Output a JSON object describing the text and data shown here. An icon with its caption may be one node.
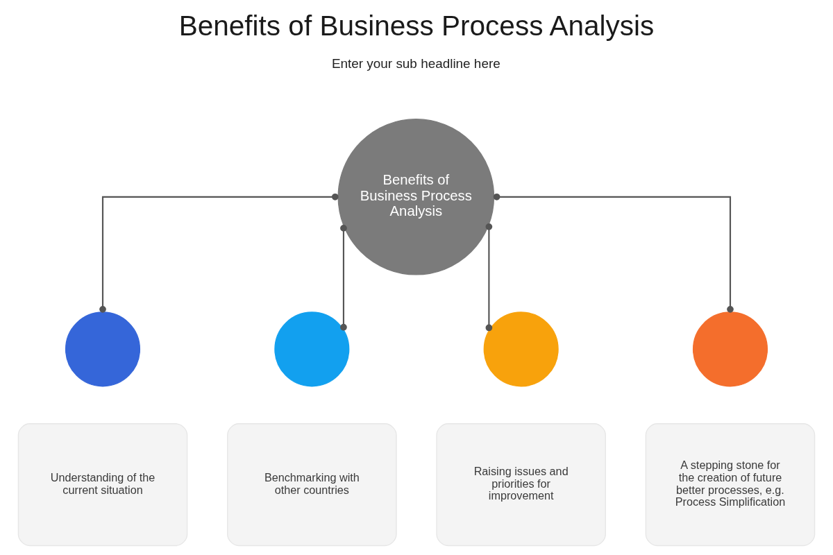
{
  "diagram": {
    "title": "Benefits of Business Process Analysis",
    "nodes": [
      {
        "text": [
          "Benefits of Business Process Analysis"
        ]
      },
      {
        "text": [],
        "shape": "circle"
      },
      {
        "text": [
          "Understanding of the current situation"
        ]
      },
      {
        "text": [],
        "shape": "circle"
      },
      {
        "text": [
          "Benchmarking with other countries"
        ]
      },
      {
        "text": [],
        "shape": "circle"
      },
      {
        "text": [
          "Raising issues and priorities for improvement"
        ]
      },
      {
        "text": [],
        "shape": "circle"
      },
      {
        "text": [
          "A stepping stone for the creation of future better processes, e.g. Process Simplification"
        ]
      }
    ],
    "edges": [
      {
        "from": 0,
        "to": 1,
        "arrow": "other"
      },
      {
        "from": 0,
        "to": 3,
        "arrow": "other"
      },
      {
        "from": 0,
        "to": 5,
        "arrow": "other"
      },
      {
        "from": 0,
        "to": 7,
        "arrow": "other"
      }
    ],
    "labels": [
      "Enter your sub headline here"
    ]
  }
}
